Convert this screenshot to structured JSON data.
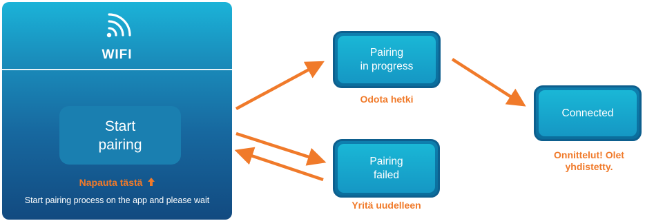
{
  "device": {
    "wifi_label": "WIFI",
    "start_button": [
      "Start",
      "pairing"
    ],
    "tap_label": "Napauta tästä",
    "info_text": "Start pairing process on the app and please wait"
  },
  "nodes": {
    "progress": {
      "lines": [
        "Pairing",
        "in progress"
      ],
      "caption": "Odota hetki"
    },
    "failed": {
      "lines": [
        "Pairing",
        "failed"
      ],
      "caption": "Yritä uudelleen"
    },
    "connected": {
      "lines": [
        "Connected"
      ],
      "caption": [
        "Onnittelut! Olet",
        "yhdistetty."
      ]
    }
  },
  "colors": {
    "accent": "#f07a2a",
    "panel_top": "#1bb3d8",
    "panel_bottom": "#124a80",
    "node_fill": "#1ab7d6",
    "node_border": "#0d5f8e"
  },
  "icons": {
    "wifi": "wifi-icon",
    "tap_arrow": "arrow-up-icon"
  }
}
